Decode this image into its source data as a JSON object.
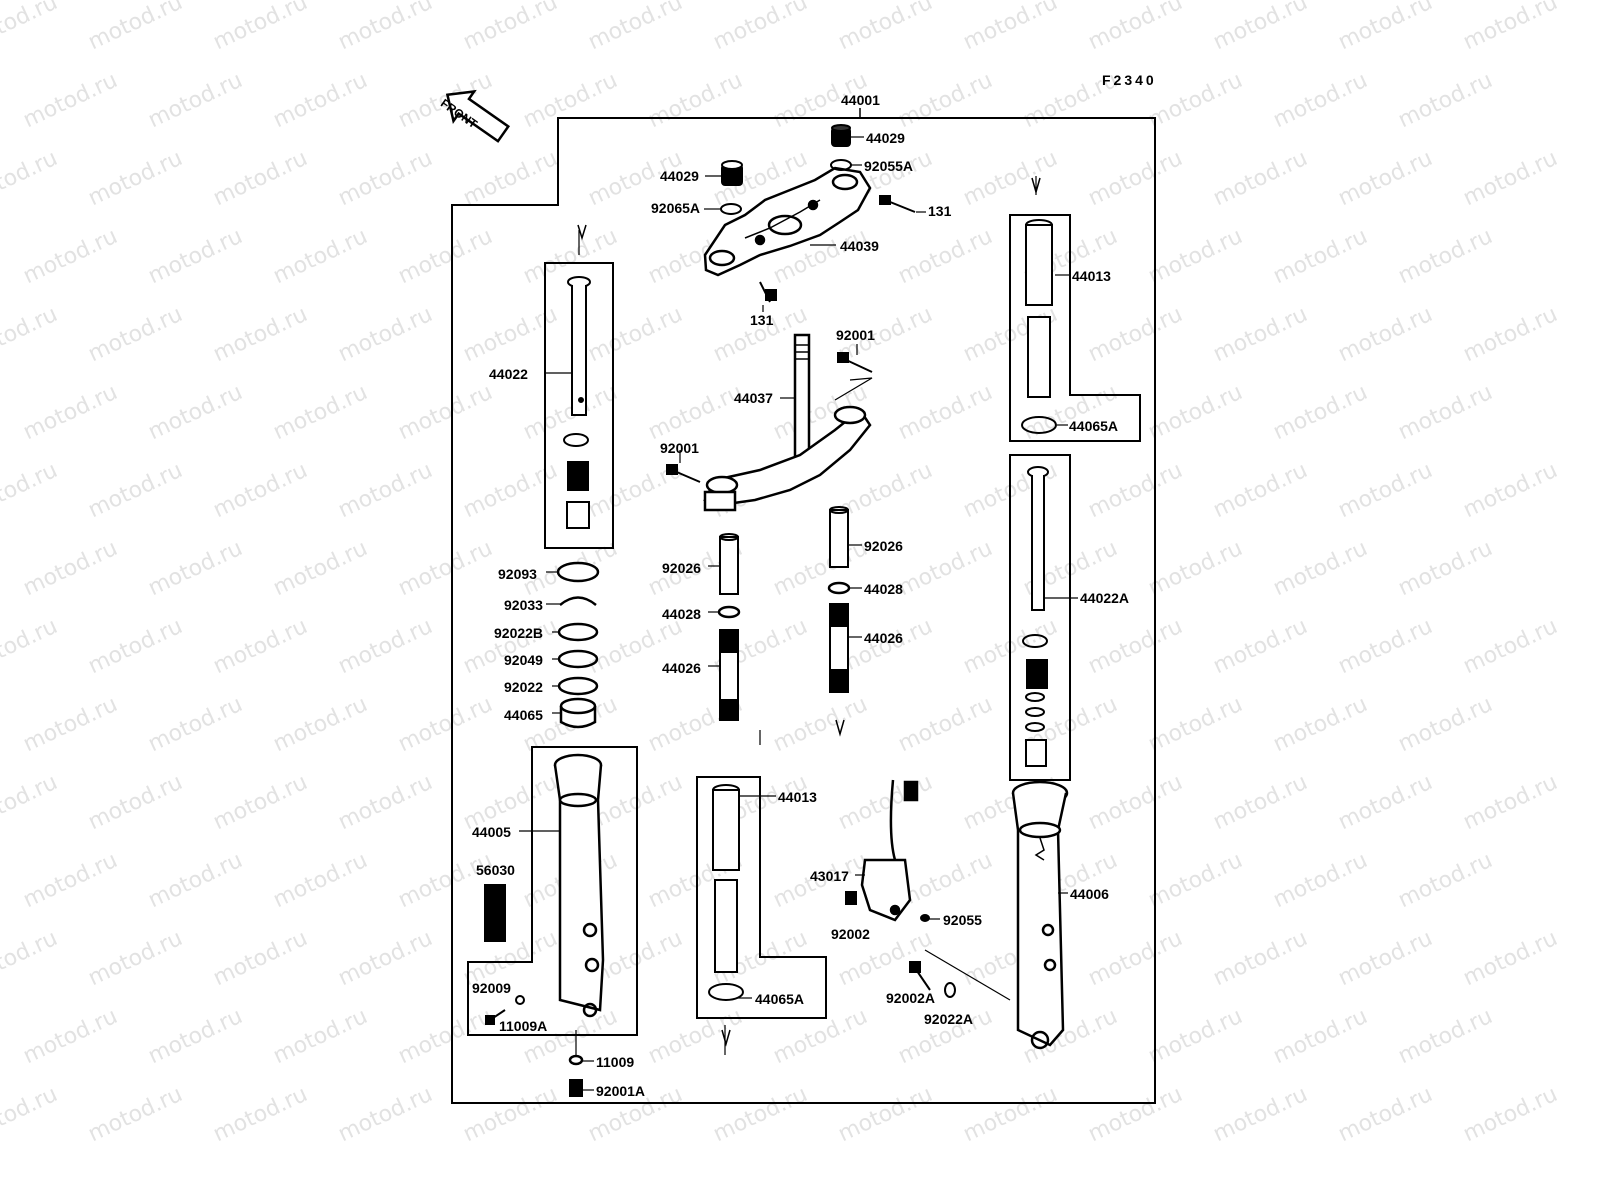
{
  "figure_code": "F2340",
  "front_arrow_label": "FRONT",
  "watermark_text": "motod.ru",
  "colors": {
    "ink": "#000000",
    "watermark": "#e2e2e2",
    "background": "#ffffff"
  },
  "labels": {
    "p44001": "44001",
    "p44029_top": "44029",
    "p92055A": "92055A",
    "p44029_left": "44029",
    "p92065A": "92065A",
    "p131_right": "131",
    "p44039": "44039",
    "p131_bottom": "131",
    "p92001_top": "92001",
    "p44037": "44037",
    "p92001_left": "92001",
    "p44022": "44022",
    "p44013_top": "44013",
    "p44065A_top": "44065A",
    "p92093": "92093",
    "p92033": "92033",
    "p92022B": "92022B",
    "p92049": "92049",
    "p92022": "92022",
    "p44065": "44065",
    "p92026_left": "92026",
    "p44028_left": "44028",
    "p44026_left": "44026",
    "p92026_right": "92026",
    "p44028_right": "44028",
    "p44026_right": "44026",
    "p44022A": "44022A",
    "p44005": "44005",
    "p56030": "56030",
    "p92009": "92009",
    "p11009A": "11009A",
    "p11009": "11009",
    "p92001A": "92001A",
    "p44013_bottom": "44013",
    "p44065A_bottom": "44065A",
    "p43017": "43017",
    "p92002": "92002",
    "p92055": "92055",
    "p44006": "44006",
    "p92002A": "92002A",
    "p92022A": "92022A"
  }
}
